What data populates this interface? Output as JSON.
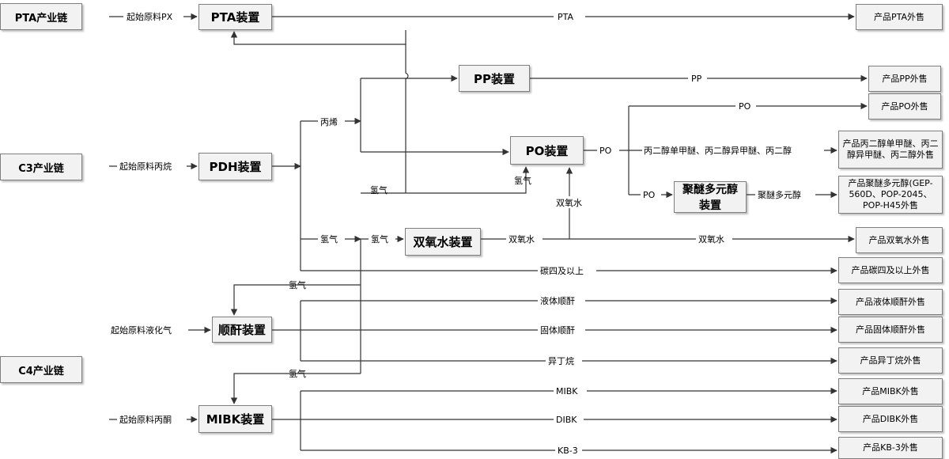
{
  "chains": {
    "pta": "PTA产业链",
    "c3": "C3产业链",
    "c4": "C4产业链"
  },
  "units": {
    "pta": "PTA装置",
    "pdh": "PDH装置",
    "pp": "PP装置",
    "po": "PO装置",
    "polyether": "聚醚多元醇装置",
    "h2o2": "双氧水装置",
    "maleic": "顺酐装置",
    "mibk": "MIBK装置"
  },
  "products": {
    "pta": "产品PTA外售",
    "pp": "产品PP外售",
    "po": "产品PO外售",
    "glycol_ethers": "产品丙二醇单甲醚、丙二醇异甲醚、丙二醇外售",
    "polyol": "产品聚醚多元醇(GEP-560D、POP-2045、POP-H45外售",
    "h2o2": "产品双氧水外售",
    "c4plus": "产品碳四及以上外售",
    "liquid_maleic": "产品液体顺酐外售",
    "solid_maleic": "产品固体顺酐外售",
    "isobutane": "产品异丁烷外售",
    "mibk": "产品MIBK外售",
    "dibk": "产品DIBK外售",
    "kb3": "产品KB-3外售"
  },
  "labels": {
    "px": "起始原料PX",
    "pta": "PTA",
    "propane": "起始原料丙烷",
    "propylene": "丙烯",
    "pp": "PP",
    "po_top": "PO",
    "po_out": "PO",
    "po_mid": "丙二醇单甲醚、丙二醇异甲醚、丙二醇",
    "po_to_poly": "PO",
    "polyol_line": "聚醚多元醇",
    "h2_top": "氢气",
    "h2_po": "氢气",
    "h2_left": "氢气",
    "h2_mid": "氢气",
    "h2o2_out": "双氧水",
    "h2o2_up": "双氧水",
    "h2o2_line": "双氧水",
    "c4plus": "碳四及以上",
    "h2_maleic": "氢气",
    "lpg": "起始原料液化气",
    "liquid_maleic": "液体顺酐",
    "solid_maleic": "固体顺酐",
    "isobutane": "异丁烷",
    "h2_mibk": "氢气",
    "acetone": "起始原料丙酮",
    "mibk": "MIBK",
    "dibk": "DIBK",
    "kb3": "KB-3"
  }
}
